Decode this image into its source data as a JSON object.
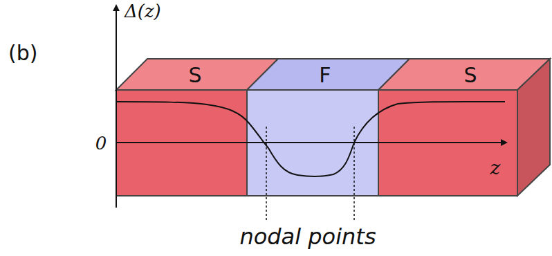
{
  "diagram": {
    "labels": [
      "(b)",
      "Δ(z)",
      "0",
      "z",
      "nodal points",
      "S",
      "F",
      "S"
    ]
  }
}
